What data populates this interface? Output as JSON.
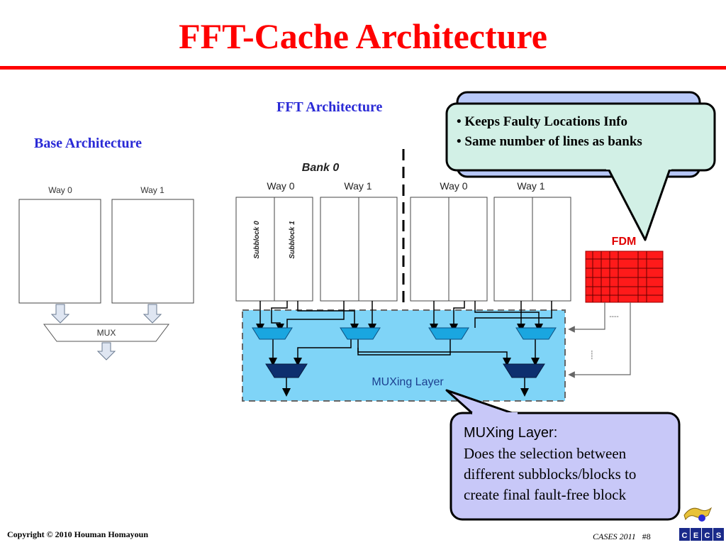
{
  "slide": {
    "title": "FFT-Cache Architecture",
    "headings": {
      "base": "Base Architecture",
      "fft": "FFT Architecture"
    },
    "base_diagram": {
      "way0": "Way 0",
      "way1": "Way 1",
      "mux": "MUX"
    },
    "fft_diagram": {
      "bank": "Bank 0",
      "way0_left": "Way 0",
      "way1_left": "Way 1",
      "way0_right": "Way 0",
      "way1_right": "Way 1",
      "subblock0": "Subblock 0",
      "subblock1": "Subblock 1",
      "fdm": "FDM",
      "fdm_dash_horizontal": "----",
      "fdm_dash_vertical": "----",
      "muxing_layer": "MUXing Layer"
    },
    "callout_fdm": {
      "bullet1": "• Keeps Faulty Locations Info",
      "bullet2": "• Same number of lines as banks"
    },
    "callout_mux": {
      "line1": "MUXing Layer:",
      "line2": "Does the selection between",
      "line3": "different subblocks/blocks to",
      "line4": "create final fault-free block"
    },
    "footer": {
      "copyright": "Copyright © 2010 Houman Homayoun",
      "conference": "CASES 2011",
      "slide_number": "#8"
    },
    "logo": {
      "letters": [
        "C",
        "E",
        "C",
        "S"
      ]
    },
    "colors": {
      "title": "#ff0000",
      "heading": "#2a2ad6",
      "muxing_layer_bg": "#7fd4f7",
      "mux_light": "#1aa6e0",
      "mux_dark": "#0d2f6e",
      "fdm": "#ff1a1a",
      "callout_fdm": "#d2f0e6",
      "callout_mux": "#c8c8f8"
    }
  }
}
